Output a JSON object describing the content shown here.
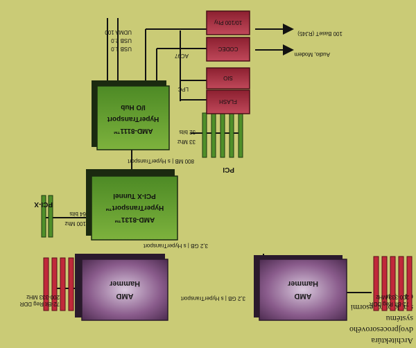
{
  "title_lines": [
    "Architektúra",
    "dvojprocesorového",
    "systému",
    "s mikroprocesormi",
    "64 – x86"
  ],
  "amd_left": {
    "brand": "AMD",
    "name": "Hammer"
  },
  "amd_right": {
    "brand": "AMD",
    "name": "Hammer"
  },
  "pcix_tunnel": {
    "part": "AMD-8131™",
    "line1": "HyperTransport™",
    "line2": "PCI-X Tunnel"
  },
  "io_hub": {
    "part": "AMD-8111™",
    "line1": "HyperTransport",
    "line2": "I/O Hub"
  },
  "flash": "FLASH",
  "sio": "SIO",
  "codec": "CODEC",
  "phy": "10/100 Phy",
  "labels": {
    "ddr_left_1": "72-Bit Reg DDR",
    "ddr_left_2": "200-333 MHz",
    "ddr_right_1": "72-Bit Reg DDR",
    "ddr_right_2": "200-333 MHz",
    "ht_amd": "3,2 GB | s HyperTransport",
    "ht_tunnel": "3,2 GB | s HyperTransport",
    "ht_hub": "800 MB | s HyperTransport",
    "pcix": "PCI-X",
    "pcix_mhz": "100 Mhz",
    "pcix_bits": "64 bits",
    "pci": "PCI",
    "pci_mhz": "33 Mhz",
    "pci_bits": "32 bits",
    "lpc": "LPC",
    "ac97": "AC97",
    "audio": "Audio, Modem",
    "usb1": "USB 1.0",
    "usb2": "USB 2.0",
    "udma": "UDMA 100",
    "eth": "100 BaseT (RJ45)"
  },
  "colors": {
    "background": "#cacb76",
    "green_chip": "#5e9b2f",
    "purple_chip": "#8a5c8c",
    "red_chip": "#a8323c",
    "memory_slot": "#c0293a",
    "pci_slot": "#4f8f2a"
  }
}
